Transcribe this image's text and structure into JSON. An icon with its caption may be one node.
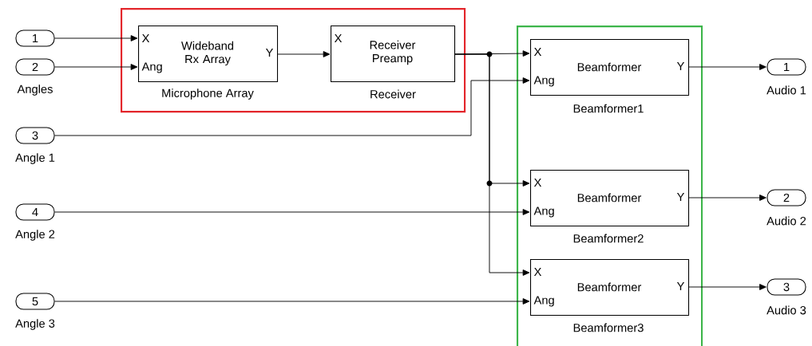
{
  "diagram": {
    "nodes": [
      {
        "text": [],
        "shape": "box"
      },
      {
        "text": [],
        "shape": "box"
      },
      {
        "text": [
          "1"
        ]
      },
      {
        "text": [
          "2"
        ],
        "beside": [
          "Angles"
        ]
      },
      {
        "text": [
          "X",
          "Ang",
          "Wideband Rx Array",
          "Y"
        ],
        "beside": [
          "Microphone Array"
        ],
        "in": 0
      },
      {
        "text": [
          "X",
          "Receiver Preamp"
        ],
        "beside": [
          "Receiver"
        ],
        "in": 0
      },
      {
        "text": [
          "3"
        ],
        "beside": [
          "Angle 1"
        ]
      },
      {
        "text": [
          "4"
        ],
        "beside": [
          "Angle 2"
        ]
      },
      {
        "text": [
          "5"
        ],
        "beside": [
          "Angle 3"
        ]
      },
      {
        "text": [
          "X",
          "Ang",
          "Beamformer",
          "Y"
        ],
        "beside": [
          "Beamformer1"
        ],
        "in": 1
      },
      {
        "text": [
          "X",
          "Ang",
          "Beamformer",
          "Y"
        ],
        "beside": [
          "Beamformer2"
        ],
        "in": 1
      },
      {
        "text": [
          "X",
          "Ang",
          "Beamformer",
          "Y"
        ],
        "beside": [
          "Beamformer3"
        ],
        "in": 1
      },
      {
        "text": [
          "1"
        ],
        "beside": [
          "Audio 1"
        ]
      },
      {
        "text": [
          "2"
        ],
        "beside": [
          "Audio 2"
        ]
      },
      {
        "text": [
          "3"
        ],
        "beside": [
          "Audio 3"
        ]
      }
    ],
    "edges": [
      {
        "from": 2,
        "to": 4,
        "arrow": "to"
      },
      {
        "from": 3,
        "to": 4,
        "arrow": "to"
      },
      {
        "from": 4,
        "to": 5,
        "arrow": "to"
      },
      {
        "from": 5,
        "to": 9,
        "arrow": "to"
      },
      {
        "from": 5,
        "to": 10,
        "arrow": "to"
      },
      {
        "from": 5,
        "to": 11,
        "arrow": "to"
      },
      {
        "from": 6,
        "to": 9,
        "arrow": "to"
      },
      {
        "from": 7,
        "to": 10,
        "arrow": "to"
      },
      {
        "from": 8,
        "to": 11,
        "arrow": "to"
      },
      {
        "from": 9,
        "to": 12,
        "arrow": "to"
      },
      {
        "from": 10,
        "to": 13,
        "arrow": "to"
      },
      {
        "from": 11,
        "to": 14,
        "arrow": "to"
      }
    ]
  }
}
